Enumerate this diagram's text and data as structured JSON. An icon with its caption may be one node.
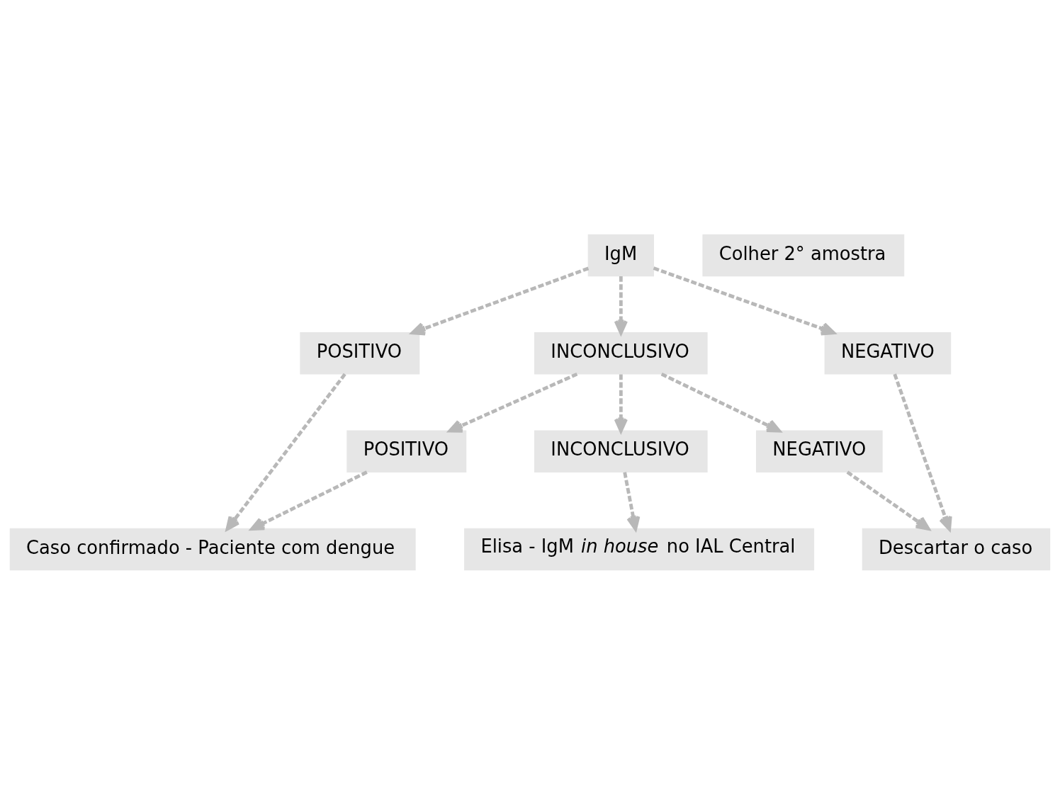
{
  "diagram": {
    "nodes": [
      {
        "text": [
          "IgM"
        ]
      },
      {
        "text": [
          "POSITIVO"
        ]
      },
      {
        "text": [
          "NEGATIVO"
        ]
      },
      {
        "text": [
          "INCONCLUSIVO"
        ]
      },
      {
        "text": [
          "Caso confirmado - Paciente com dengue"
        ]
      },
      {
        "text": [
          "Descartar o caso"
        ]
      },
      {
        "text": [
          "Colher 2° amostra"
        ]
      },
      {
        "text": [
          "NEGATIVO"
        ]
      },
      {
        "text": [
          "INCONCLUSIVO"
        ]
      },
      {
        "text": [
          "POSITIVO"
        ]
      },
      {
        "text": [
          "Elisa - IgM *in house* no IAL Central"
        ]
      }
    ],
    "edges": [
      {
        "from": 0,
        "to": 1,
        "arrow": "to",
        "style": "dashed"
      },
      {
        "from": 0,
        "to": 2,
        "arrow": "to",
        "style": "dashed"
      },
      {
        "from": 0,
        "to": 3,
        "arrow": "to",
        "style": "dashed"
      },
      {
        "from": 1,
        "to": 4,
        "arrow": "to",
        "style": "dashed"
      },
      {
        "from": 2,
        "to": 5,
        "arrow": "to",
        "style": "dashed"
      },
      {
        "from": 3,
        "to": 7,
        "arrow": "to",
        "style": "dashed"
      },
      {
        "from": 3,
        "to": 8,
        "arrow": "to",
        "style": "dashed"
      },
      {
        "from": 3,
        "to": 9,
        "arrow": "to",
        "style": "dashed"
      },
      {
        "from": 7,
        "to": 5,
        "arrow": "to",
        "style": "dashed"
      },
      {
        "from": 9,
        "to": 4,
        "arrow": "to",
        "style": "dashed"
      },
      {
        "from": 8,
        "to": 10,
        "arrow": "to",
        "style": "dashed"
      }
    ]
  }
}
